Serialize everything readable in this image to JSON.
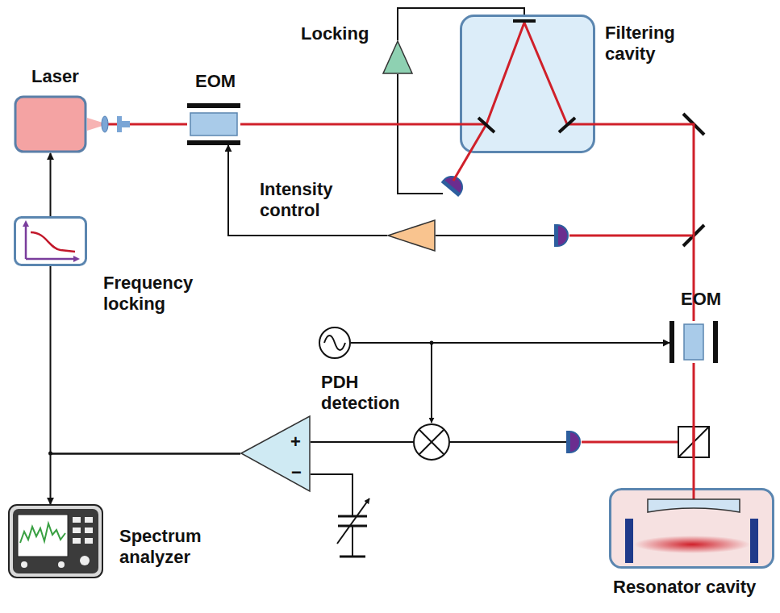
{
  "diagram": {
    "nodes": [
      {
        "text": [
          "Laser"
        ]
      },
      {
        "text": [
          "EOM"
        ]
      },
      {
        "text": [
          "Filtering cavity"
        ]
      },
      {
        "text": [
          "Locking"
        ]
      },
      {
        "text": [
          "Intensity control"
        ]
      },
      {
        "text": [
          "Frequency locking"
        ]
      },
      {
        "text": [
          "EOM"
        ]
      },
      {
        "text": [
          "PDH detection"
        ]
      },
      {
        "text": [
          "+",
          "−"
        ]
      },
      {
        "text": [
          "Spectrum analyzer"
        ]
      },
      {
        "text": [
          "Resonator cavity"
        ]
      }
    ],
    "edges": [
      {
        "from": 0,
        "to": 1,
        "arrow": "none"
      },
      {
        "from": 1,
        "to": 2,
        "arrow": "none"
      },
      {
        "from": 2,
        "to": 6,
        "arrow": "none"
      },
      {
        "from": 6,
        "to": 10,
        "arrow": "none"
      },
      {
        "from": 3,
        "to": 2,
        "arrow": "none"
      },
      {
        "from": 4,
        "to": 1,
        "arrow": "to"
      },
      {
        "from": 7,
        "to": 6,
        "arrow": "to"
      },
      {
        "from": 8,
        "to": 5,
        "arrow": "none"
      },
      {
        "from": 8,
        "to": 9,
        "arrow": "to"
      },
      {
        "from": 5,
        "to": 0,
        "arrow": "to"
      }
    ]
  }
}
